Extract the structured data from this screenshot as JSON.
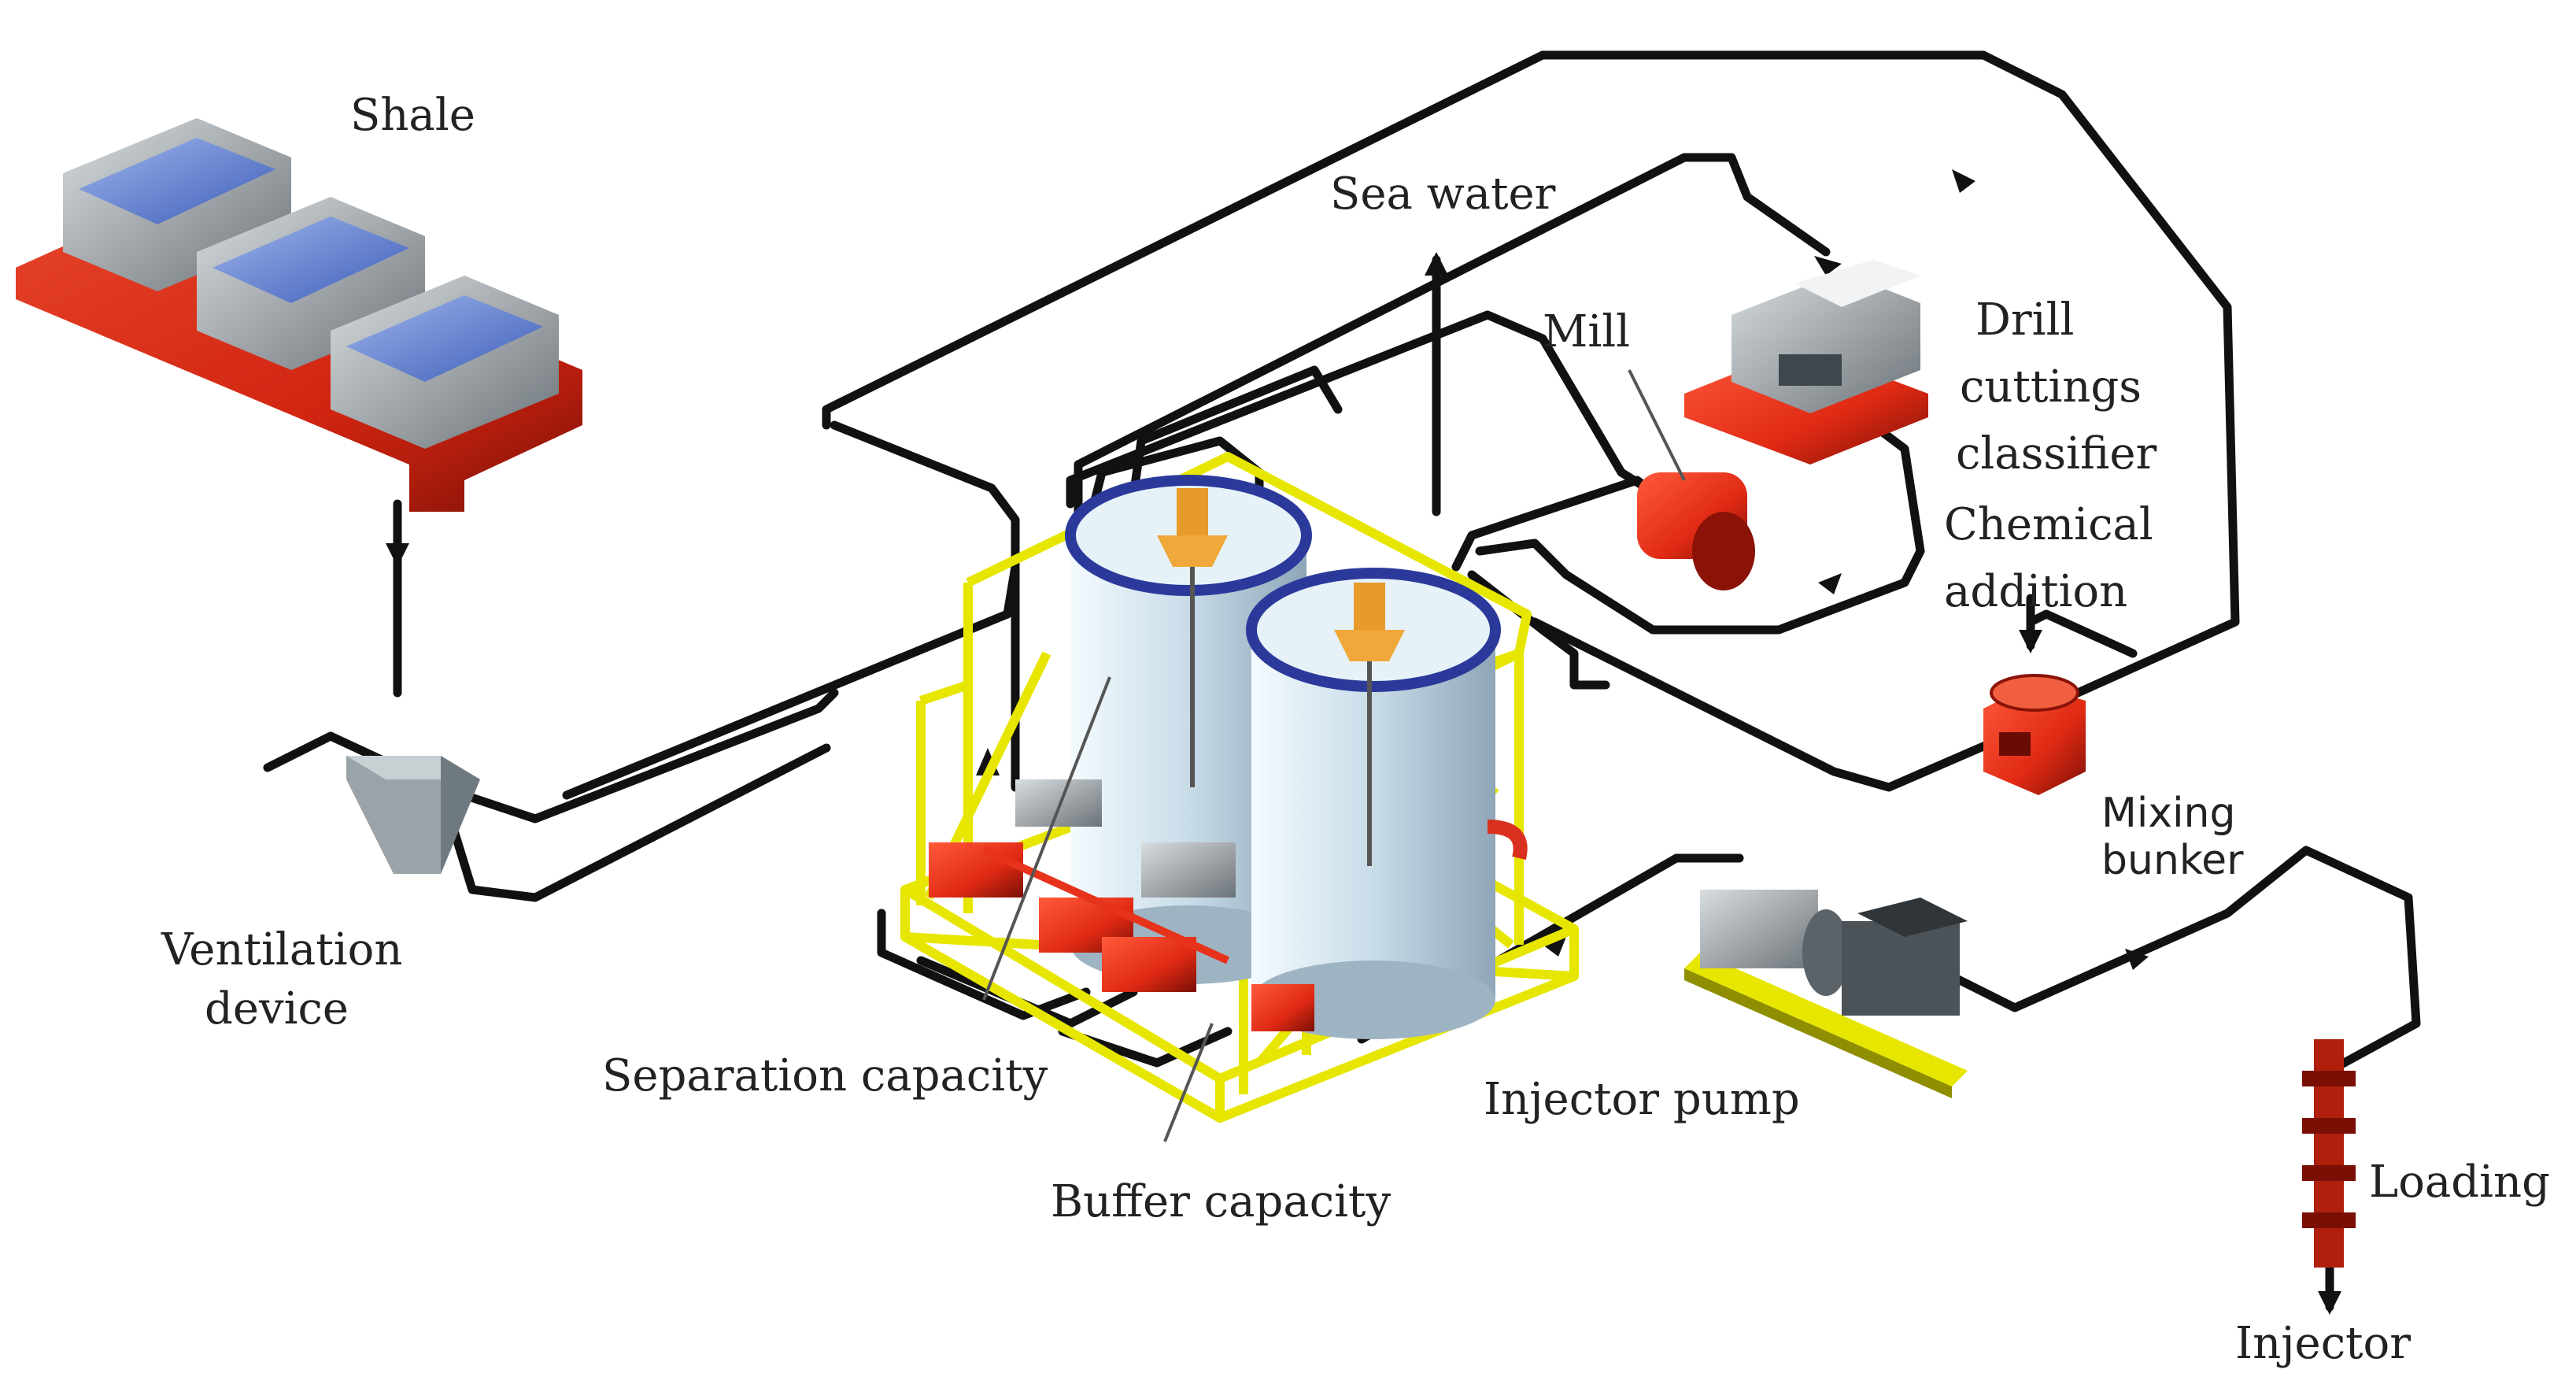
{
  "labels": {
    "shale": "Shale",
    "sea_water": "Sea water",
    "mill": "Mill",
    "drill": "Drill",
    "cuttings": "cuttings",
    "classifier": "classifier",
    "chemical": "Chemical",
    "addition": "addition",
    "mixing": "Mixing",
    "bunker": "bunker",
    "ventilation": "Ventilation",
    "device": "device",
    "separation_capacity": "Separation capacity",
    "buffer_capacity": "Buffer capacity",
    "injector_pump": "Injector pump",
    "loading": "Loading",
    "injector": "Injector"
  },
  "colors": {
    "equipment_red": "#e8331c",
    "frame_yellow": "#e6e600",
    "tank_blue": "#2b3a9a",
    "pipe": "#111111",
    "screen_blue": "#5f7fd0"
  }
}
